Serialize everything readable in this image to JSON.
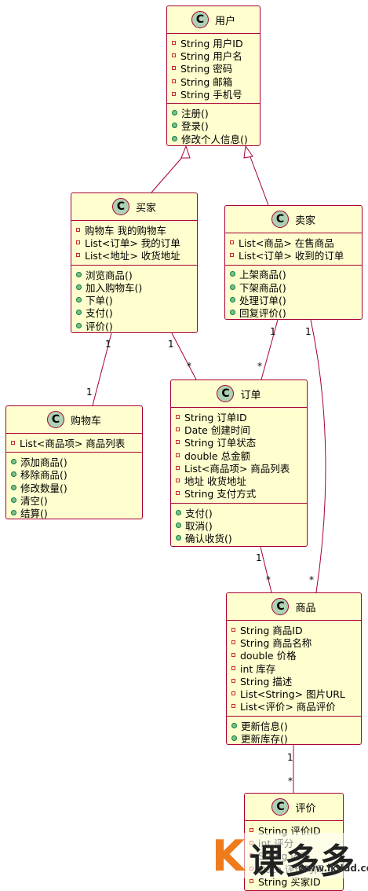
{
  "classes": {
    "user": {
      "name": "用户",
      "stereotype": "C",
      "fields": [
        "String 用户ID",
        "String 用户名",
        "String 密码",
        "String 邮箱",
        "String 手机号"
      ],
      "methods": [
        "注册()",
        "登录()",
        "修改个人信息()"
      ]
    },
    "buyer": {
      "name": "买家",
      "stereotype": "C",
      "fields": [
        "购物车 我的购物车",
        "List<订单> 我的订单",
        "List<地址> 收货地址"
      ],
      "methods": [
        "浏览商品()",
        "加入购物车()",
        "下单()",
        "支付()",
        "评价()"
      ]
    },
    "seller": {
      "name": "卖家",
      "stereotype": "C",
      "fields": [
        "List<商品> 在售商品",
        "List<订单> 收到的订单"
      ],
      "methods": [
        "上架商品()",
        "下架商品()",
        "处理订单()",
        "回复评价()"
      ]
    },
    "cart": {
      "name": "购物车",
      "stereotype": "C",
      "fields": [
        "List<商品项> 商品列表"
      ],
      "methods": [
        "添加商品()",
        "移除商品()",
        "修改数量()",
        "清空()",
        "结算()"
      ]
    },
    "order": {
      "name": "订单",
      "stereotype": "C",
      "fields": [
        "String 订单ID",
        "Date 创建时间",
        "String 订单状态",
        "double 总金额",
        "List<商品项> 商品列表",
        "地址 收货地址",
        "String 支付方式"
      ],
      "methods": [
        "支付()",
        "取消()",
        "确认收货()"
      ]
    },
    "product": {
      "name": "商品",
      "stereotype": "C",
      "fields": [
        "String 商品ID",
        "String 商品名称",
        "double 价格",
        "int 库存",
        "String 描述",
        "List<String> 图片URL",
        "List<评价> 商品评价"
      ],
      "methods": [
        "更新信息()",
        "更新库存()"
      ]
    },
    "review": {
      "name": "评价",
      "stereotype": "C",
      "fields": [
        "String 评价ID",
        "int 评分",
        "String 内容",
        "Date 评价时间",
        "String 买家ID"
      ],
      "methods": []
    }
  },
  "multiplicities": {
    "buyer_cart_a": "1",
    "buyer_cart_b": "1",
    "buyer_order_a": "1",
    "buyer_order_b": "*",
    "seller_order_a": "1",
    "seller_order_b": "*",
    "seller_product_a": "1",
    "seller_product_b": "*",
    "order_product_a": "1",
    "order_product_b": "*",
    "product_review_a": "1",
    "product_review_b": "*"
  },
  "watermark": {
    "brand": "课多多",
    "url": "www.ikddd.com"
  },
  "colors": {
    "class_fill": "#fefece",
    "border": "#a80036",
    "circle": "#add1b2"
  }
}
